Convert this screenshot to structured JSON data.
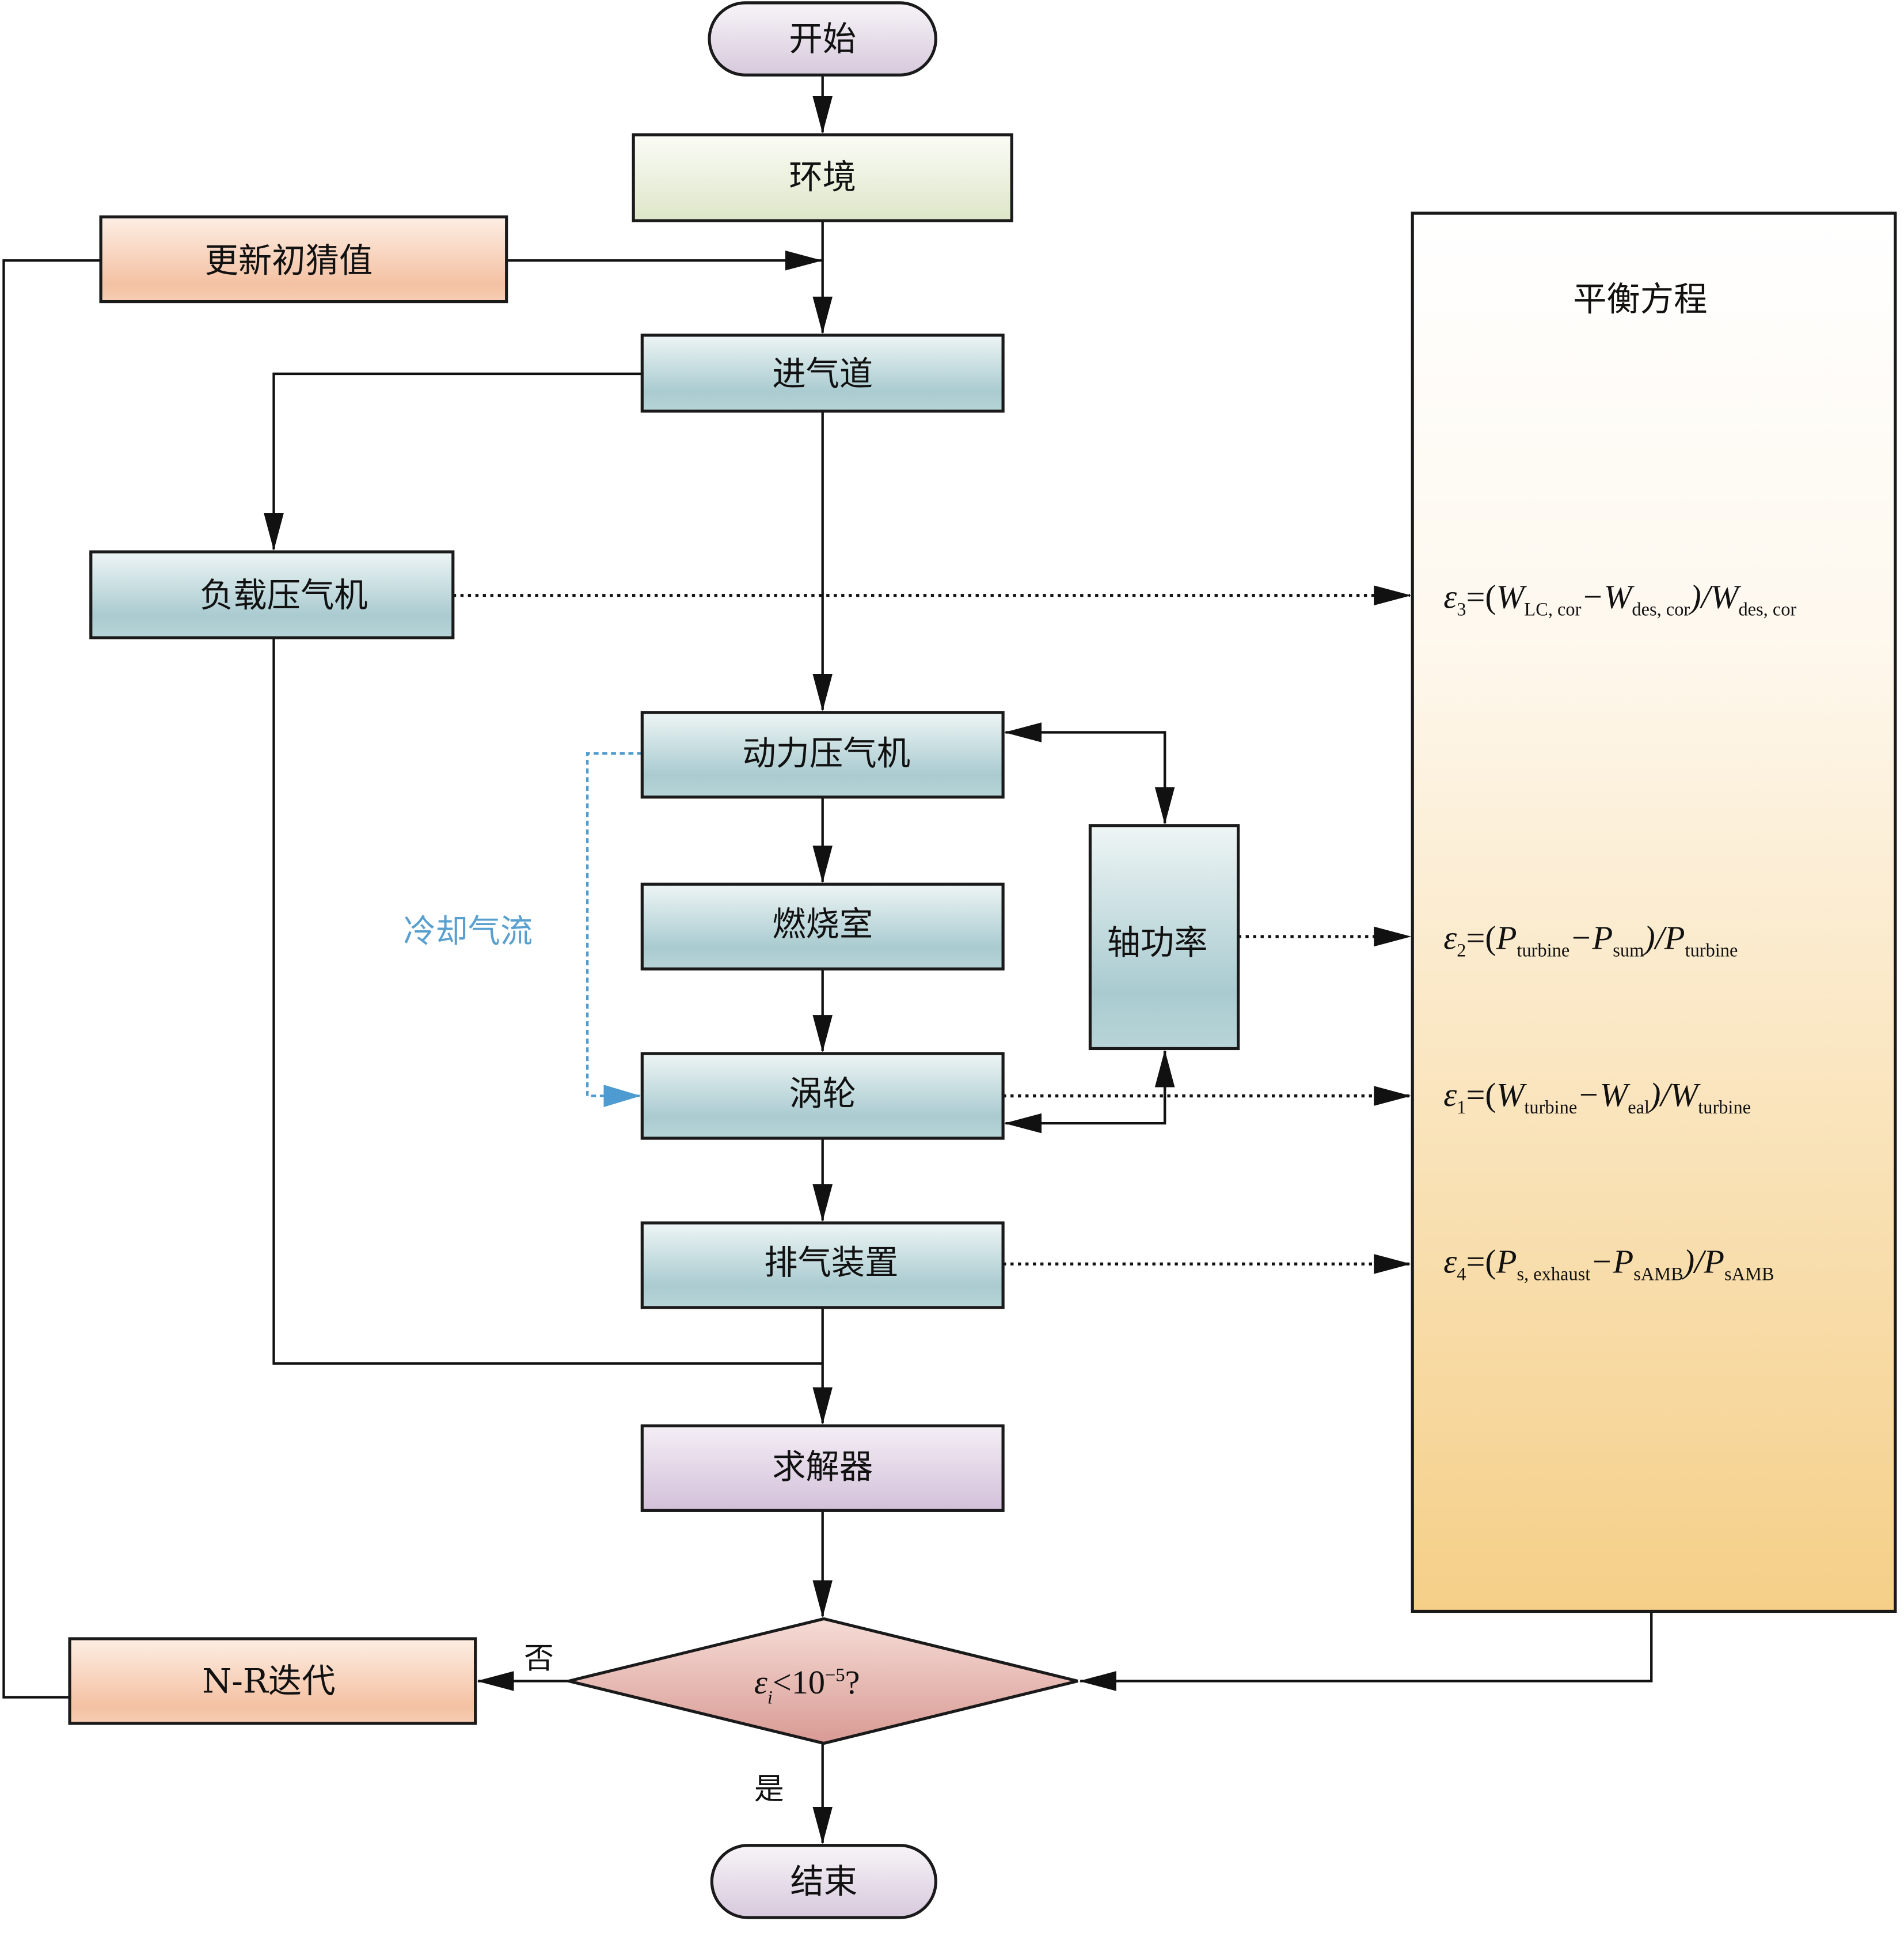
{
  "nodes": {
    "start": "开始",
    "environment": "环境",
    "update_guess": "更新初猜值",
    "inlet": "进气道",
    "load_compressor": "负载压气机",
    "power_compressor": "动力压气机",
    "combustor": "燃烧室",
    "shaft_power": "轴功率",
    "turbine": "涡轮",
    "exhaust": "排气装置",
    "solver": "求解器",
    "nr_iteration": "N-R迭代",
    "end": "结束"
  },
  "decision": {
    "symbol": "ε",
    "subscript": "i",
    "rest": "<10",
    "exponent": "−5",
    "question": "?",
    "no_label": "否",
    "yes_label": "是"
  },
  "cooling_label": "冷却气流",
  "balance": {
    "title": "平衡方程",
    "equations": [
      {
        "eps": "ε",
        "idx": "3",
        "parts": [
          [
            "=(",
            ""
          ],
          [
            "W",
            "LC, cor"
          ],
          [
            "−W",
            "des, cor"
          ],
          [
            ")/W",
            "des, cor"
          ]
        ]
      },
      {
        "eps": "ε",
        "idx": "2",
        "parts": [
          [
            "=(",
            ""
          ],
          [
            "P",
            "turbine"
          ],
          [
            "−P",
            "sum"
          ],
          [
            ")/P",
            "turbine"
          ]
        ]
      },
      {
        "eps": "ε",
        "idx": "1",
        "parts": [
          [
            "=(",
            ""
          ],
          [
            "W",
            "turbine"
          ],
          [
            "−W",
            "eal"
          ],
          [
            ")/W",
            "turbine"
          ]
        ]
      },
      {
        "eps": "ε",
        "idx": "4",
        "parts": [
          [
            "=(",
            ""
          ],
          [
            "P",
            "s, exhaust"
          ],
          [
            "−P",
            "sAMB"
          ],
          [
            ")/P",
            "sAMB"
          ]
        ]
      }
    ]
  },
  "colors": {
    "terminal": "#dcd0e3",
    "environment": "#e4ebd2",
    "update": "#f5c4a5",
    "component": "#afd0d4",
    "solver": "#d9c8de",
    "decision": "#dea29c",
    "balance_top": "#ffffff",
    "balance_bottom": "#f6d28c",
    "cooling": "#4d9bd0"
  }
}
